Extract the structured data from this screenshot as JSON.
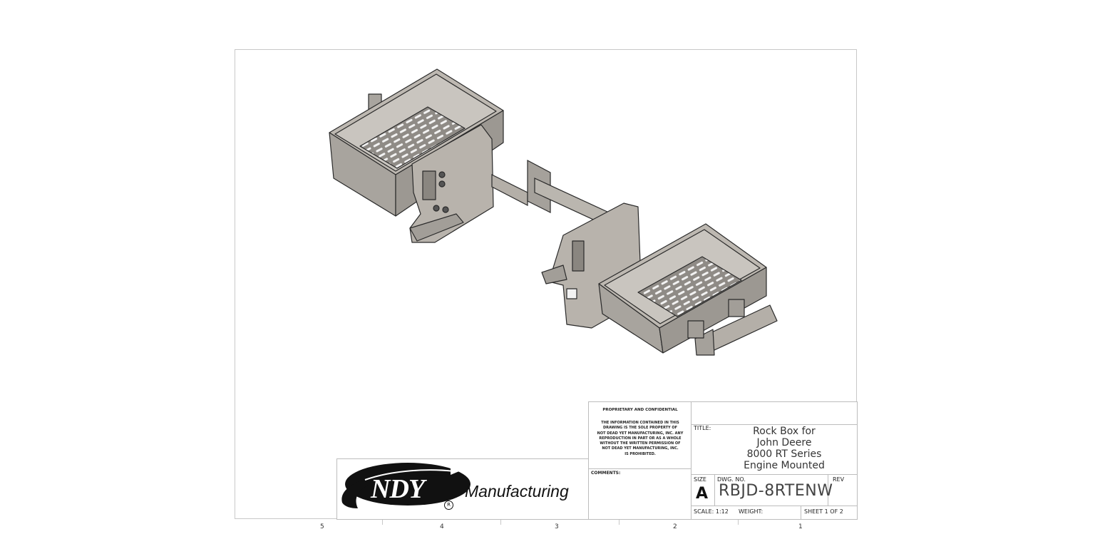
{
  "drawing": {
    "description": "Isometric view of two rock boxes with slotted grates, mounting plates and square tube arms"
  },
  "zones": {
    "bottom": [
      "5",
      "4",
      "3",
      "2",
      "1"
    ]
  },
  "proprietary": {
    "heading": "PROPRIETARY AND CONFIDENTIAL",
    "body_lines": [
      "THE INFORMATION CONTAINED IN THIS",
      "DRAWING IS THE SOLE PROPERTY OF",
      "NOT DEAD YET MANUFACTURING, INC. ANY",
      "REPRODUCTION IN PART OR AS A WHOLE",
      "WITHOUT THE WRITTEN PERMISSION OF",
      "NOT DEAD YET MANUFACTURING, INC.",
      "IS PROHIBITED."
    ],
    "comments_label": "COMMENTS:"
  },
  "logo": {
    "mark": "NDY",
    "registered": "R",
    "company": "Manufacturing"
  },
  "title_block": {
    "title_label": "TITLE:",
    "title_lines": [
      "Rock Box for",
      "John Deere",
      "8000 RT Series",
      "Engine Mounted"
    ],
    "size_label": "SIZE",
    "size_value": "A",
    "dwg_no_label": "DWG.  NO.",
    "dwg_no_value": "RBJD-8RTENW",
    "rev_label": "REV",
    "scale_label": "SCALE: 1:12",
    "weight_label": "WEIGHT:",
    "sheet_label": "SHEET 1 OF 2"
  }
}
